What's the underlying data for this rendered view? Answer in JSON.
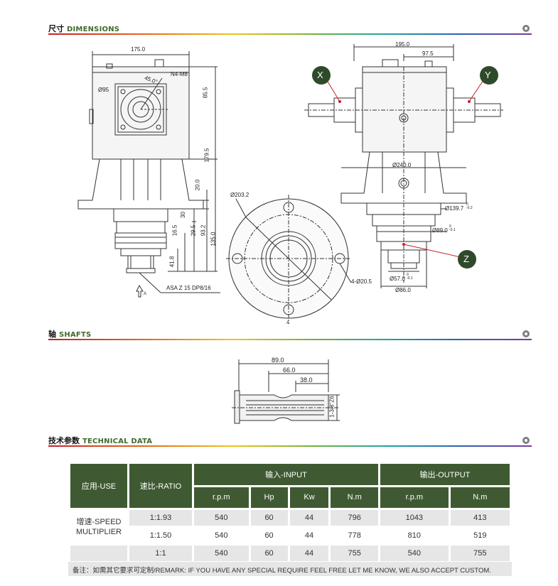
{
  "sections": {
    "dimensions": {
      "cn": "尺寸",
      "en": "DIMENSIONS"
    },
    "shafts": {
      "cn": "轴",
      "en": "SHAFTS"
    },
    "technical": {
      "cn": "技术参数",
      "en": "TECHNICAL DATA"
    }
  },
  "front_view": {
    "width": "175.0",
    "angle": "45.0°",
    "bolts": "N4-M8",
    "pilot": "Ø95",
    "h1": "85.5",
    "h2": "179.5",
    "h3": "20.0",
    "h4": "30",
    "h5": "16.5",
    "h6": "29.5",
    "h7": "93.2",
    "h8": "135.0",
    "h9": "41.8",
    "spline": "ASA Z 15  DP8/16",
    "arrow_label": "A"
  },
  "side_view": {
    "width": "195.0",
    "half": "97.5",
    "base": "Ø240.0",
    "d1": "Ø139.7",
    "d1_tol": "0\n-0.2",
    "d2": "Ø89.0",
    "d2_tol": "0\n-0.1",
    "d3": "Ø57.0",
    "d3_tol": "0\n-0.1",
    "d4": "Ø86.0",
    "label_x": "X",
    "label_y": "Y",
    "label_z": "Z"
  },
  "flange_view": {
    "diameter": "Ø203.2",
    "holes": "4-Ø20.5",
    "label": "A"
  },
  "shaft": {
    "l1": "89.0",
    "l2": "66.0",
    "l3": "38.0",
    "spec": "1-3/8\"Z6"
  },
  "table": {
    "headers": {
      "use": "应用-USE",
      "ratio": "速比-RATIO",
      "input": "输入-INPUT",
      "output": "输出-OUTPUT",
      "in_rpm": "r.p.m",
      "in_hp": "Hp",
      "in_kw": "Kw",
      "in_nm": "N.m",
      "out_rpm": "r.p.m",
      "out_nm": "N.m"
    },
    "use_value": "增速-SPEED\nMULTIPLIER",
    "rows": [
      {
        "ratio": "1:1.93",
        "rpm": "540",
        "hp": "60",
        "kw": "44",
        "nm": "796",
        "out_rpm": "1043",
        "out_nm": "413"
      },
      {
        "ratio": "1:1.50",
        "rpm": "540",
        "hp": "60",
        "kw": "44",
        "nm": "778",
        "out_rpm": "810",
        "out_nm": "519"
      },
      {
        "ratio": "1:1",
        "rpm": "540",
        "hp": "60",
        "kw": "44",
        "nm": "755",
        "out_rpm": "540",
        "out_nm": "755"
      }
    ]
  },
  "remark": "备注：如需其它要求可定制/REMARK: IF YOU HAVE ANY SPECIAL REQUIRE FEEL FREE LET ME KNOW, WE ALSO ACCEPT CUSTOM.",
  "colors": {
    "table_header": "#3f5a32",
    "label_circle": "#2f4a2a",
    "accent_red": "#c81e2b"
  }
}
